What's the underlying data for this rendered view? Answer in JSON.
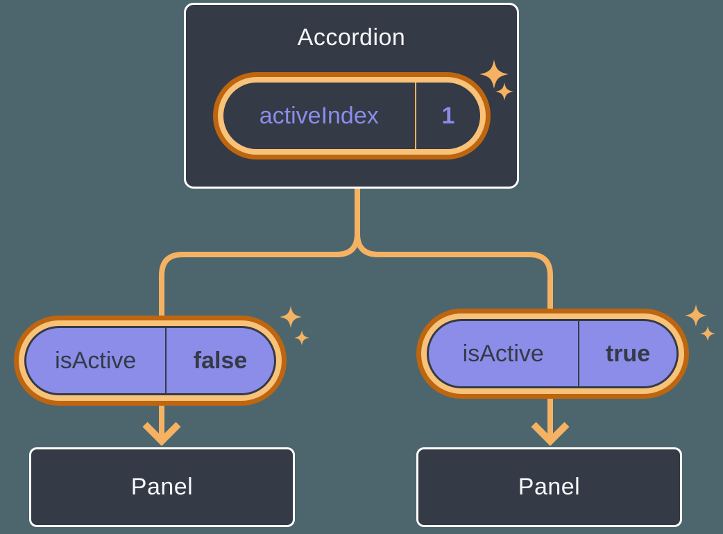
{
  "colors": {
    "background": "#4D666D",
    "box_fill": "#343A46",
    "box_border": "#FFFFFF",
    "line_orange": "#F5B262",
    "ring_dark_orange": "#BE650F",
    "ring_light_orange": "#F8C278",
    "pill_purple": "#8B8DE9",
    "text_dark": "#343A46",
    "text_light": "#F6F7F9"
  },
  "icons": {
    "sparkle": "four-point-star",
    "arrow": "down-arrow-chevron"
  },
  "accordion": {
    "title": "Accordion",
    "state_pill": {
      "label": "activeIndex",
      "value": "1"
    }
  },
  "left_branch": {
    "prop_pill": {
      "label": "isActive",
      "value": "false"
    },
    "panel": {
      "title": "Panel"
    }
  },
  "right_branch": {
    "prop_pill": {
      "label": "isActive",
      "value": "true"
    },
    "panel": {
      "title": "Panel"
    }
  }
}
